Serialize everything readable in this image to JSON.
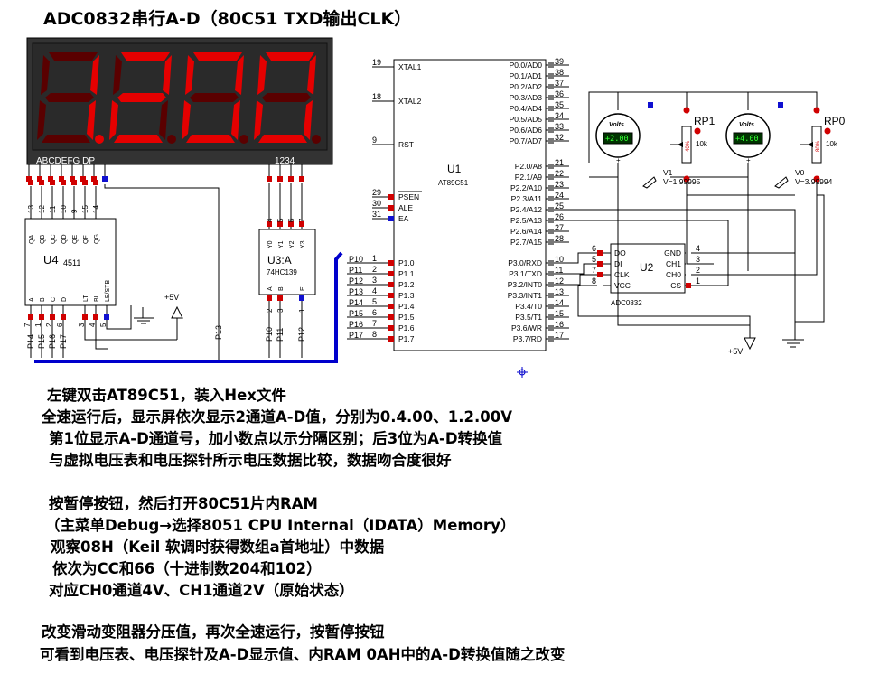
{
  "title": "ADC0832串行A-D（80C51 TXD输出CLK）",
  "display": {
    "digits": [
      "1",
      "2",
      "0",
      "0"
    ],
    "dp_after_index": 0,
    "seg_labels": "ABCDEFG DP",
    "digit_labels": "1234",
    "on_color": "#e50000",
    "off_color": "#5a0000",
    "bg_color": "#333333"
  },
  "u4": {
    "name": "U4",
    "part": "4511",
    "top_pins": [
      "QA",
      "QB",
      "QC",
      "QD",
      "QE",
      "QF",
      "QG"
    ],
    "top_nums": [
      "13",
      "12",
      "11",
      "10",
      "9",
      "15",
      "14"
    ],
    "bottom_pins": [
      "A",
      "B",
      "C",
      "D",
      "LT",
      "BI",
      "LE/STB"
    ],
    "bottom_nums": [
      "7",
      "1",
      "2",
      "6",
      "3",
      "4",
      "5"
    ],
    "bottom_nets": [
      "P14",
      "P15",
      "P16",
      "P17"
    ],
    "supply": "+5V"
  },
  "u3": {
    "name": "U3:A",
    "part": "74HC139",
    "top_pins": [
      "Y0",
      "Y1",
      "Y2",
      "Y3"
    ],
    "top_nums": [
      "4",
      "5",
      "6",
      "7"
    ],
    "bottom_pins": [
      "A",
      "B",
      "E"
    ],
    "bottom_nums": [
      "2",
      "3",
      "1"
    ],
    "bottom_nets": [
      "P10",
      "P11",
      "P12"
    ]
  },
  "p13_net": "P13",
  "u1": {
    "name": "U1",
    "part": "AT89C51",
    "left_pins": [
      {
        "num": "19",
        "name": "XTAL1"
      },
      {
        "num": "18",
        "name": "XTAL2"
      },
      {
        "num": "9",
        "name": "RST"
      },
      {
        "num": "29",
        "name": "PSEN"
      },
      {
        "num": "30",
        "name": "ALE"
      },
      {
        "num": "31",
        "name": "EA"
      },
      {
        "num": "1",
        "name": "P1.0",
        "net": "P10"
      },
      {
        "num": "2",
        "name": "P1.1",
        "net": "P11"
      },
      {
        "num": "3",
        "name": "P1.2",
        "net": "P12"
      },
      {
        "num": "4",
        "name": "P1.3",
        "net": "P13"
      },
      {
        "num": "5",
        "name": "P1.4",
        "net": "P14"
      },
      {
        "num": "6",
        "name": "P1.5",
        "net": "P15"
      },
      {
        "num": "7",
        "name": "P1.6",
        "net": "P16"
      },
      {
        "num": "8",
        "name": "P1.7",
        "net": "P17"
      }
    ],
    "right_pins_p0": [
      {
        "num": "39",
        "name": "P0.0/AD0"
      },
      {
        "num": "38",
        "name": "P0.1/AD1"
      },
      {
        "num": "37",
        "name": "P0.2/AD2"
      },
      {
        "num": "36",
        "name": "P0.3/AD3"
      },
      {
        "num": "35",
        "name": "P0.4/AD4"
      },
      {
        "num": "34",
        "name": "P0.5/AD5"
      },
      {
        "num": "33",
        "name": "P0.6/AD6"
      },
      {
        "num": "32",
        "name": "P0.7/AD7"
      }
    ],
    "right_pins_p2": [
      {
        "num": "21",
        "name": "P2.0/A8"
      },
      {
        "num": "22",
        "name": "P2.1/A9"
      },
      {
        "num": "23",
        "name": "P2.2/A10"
      },
      {
        "num": "24",
        "name": "P2.3/A11"
      },
      {
        "num": "25",
        "name": "P2.4/A12"
      },
      {
        "num": "26",
        "name": "P2.5/A13"
      },
      {
        "num": "27",
        "name": "P2.6/A14"
      },
      {
        "num": "28",
        "name": "P2.7/A15"
      }
    ],
    "right_pins_p3": [
      {
        "num": "10",
        "name": "P3.0/RXD"
      },
      {
        "num": "11",
        "name": "P3.1/TXD"
      },
      {
        "num": "12",
        "name": "P3.2/INT0"
      },
      {
        "num": "13",
        "name": "P3.3/INT1"
      },
      {
        "num": "14",
        "name": "P3.4/T0"
      },
      {
        "num": "15",
        "name": "P3.5/T1"
      },
      {
        "num": "16",
        "name": "P3.6/WR"
      },
      {
        "num": "17",
        "name": "P3.7/RD"
      }
    ]
  },
  "u2": {
    "name": "U2",
    "part": "ADC0832",
    "left_pins": [
      {
        "num": "6",
        "name": "DO"
      },
      {
        "num": "5",
        "name": "DI"
      },
      {
        "num": "7",
        "name": "CLK"
      },
      {
        "num": "8",
        "name": "VCC"
      }
    ],
    "right_pins": [
      {
        "num": "4",
        "name": "GND"
      },
      {
        "num": "3",
        "name": "CH1"
      },
      {
        "num": "2",
        "name": "CH0"
      },
      {
        "num": "1",
        "name": "CS"
      }
    ]
  },
  "meters": [
    {
      "label": "Volts",
      "reading": "+2.00"
    },
    {
      "label": "Volts",
      "reading": "+4.00"
    }
  ],
  "pots": [
    {
      "name": "RP1",
      "value": "10k",
      "percent": "40%"
    },
    {
      "name": "RP0",
      "value": "10k",
      "percent": "80%"
    }
  ],
  "probes": [
    {
      "name": "V1",
      "value": "V=1.99995"
    },
    {
      "name": "V0",
      "value": "V=3.99994"
    }
  ],
  "power": {
    "vcc": "+5V"
  },
  "colors": {
    "wire": "#000000",
    "bus": "#0000cc",
    "pin_red": "#d00000",
    "pin_blue": "#1010d0",
    "trace": "#005500"
  },
  "notes": [
    "左键双击AT89C51，装入Hex文件",
    "全速运行后，显示屏依次显示2通道A-D值，分别为0.4.00、1.2.00V",
    "第1位显示A-D通道号，加小数点以示分隔区别；后3位为A-D转换值",
    "与虚拟电压表和电压探针所示电压数据比较，数据吻合度很好",
    "按暂停按钮，然后打开80C51片内RAM",
    "（主菜单Debug→选择8051 CPU Internal（IDATA）Memory）",
    "观察08H（Keil 软调时获得数组a首地址）中数据",
    "依次为CC和66（十进制数204和102）",
    "对应CH0通道4V、CH1通道2V（原始状态）",
    "改变滑动变阻器分压值，再次全速运行，按暂停按钮",
    "可看到电压表、电压探针及A-D显示值、内RAM 0AH中的A-D转换值随之改变"
  ]
}
